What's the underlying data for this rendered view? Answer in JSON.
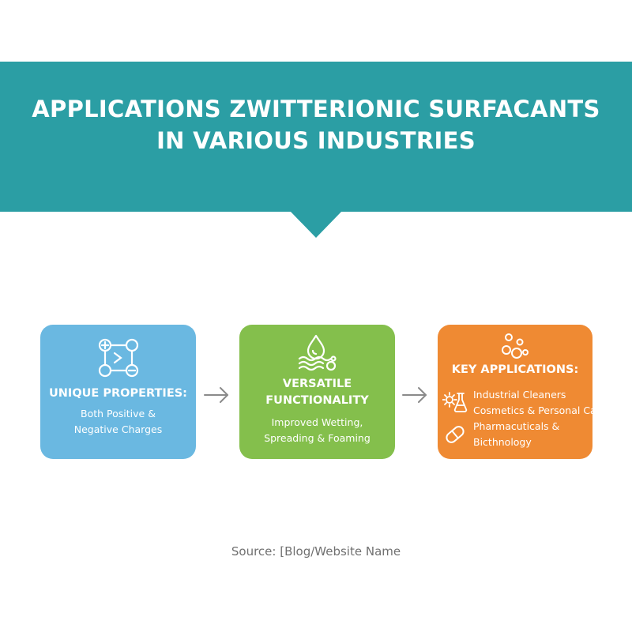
{
  "title": {
    "line1": "APPLICATIONS ZWITTERIONIC SURFACANTS",
    "line2": "IN VARIOUS INDUSTRIES"
  },
  "colors": {
    "banner": "#2b9ea4",
    "card_blue": "#6ab8e1",
    "card_green": "#84bf4c",
    "card_orange": "#ef8a33",
    "arrow": "#8a8a8a",
    "source_text": "#707070"
  },
  "cards": [
    {
      "icon": "charged-molecule-icon",
      "heading": [
        "UNIQUE PROPERTIES:"
      ],
      "body": [
        "Both Positive &",
        "Negative Charges"
      ]
    },
    {
      "icon": "water-drop-waves-icon",
      "heading": [
        "VERSATILE",
        "FUNCTIONALITY"
      ],
      "body": [
        "Improved Wetting,",
        "Spreading & Foaming"
      ]
    },
    {
      "icon": "bubbles-icon",
      "heading": [
        "KEY APPLICATIONS:"
      ],
      "items": [
        {
          "icon": "gear-flask-icon",
          "lines": [
            "Industrial Cleaners",
            "Cosmetics & Personal Care"
          ]
        },
        {
          "icon": "capsule-icon",
          "lines": [
            "Pharmacuticals &",
            "Bicthnology"
          ]
        }
      ]
    }
  ],
  "source": "Source: [Blog/Website Name"
}
